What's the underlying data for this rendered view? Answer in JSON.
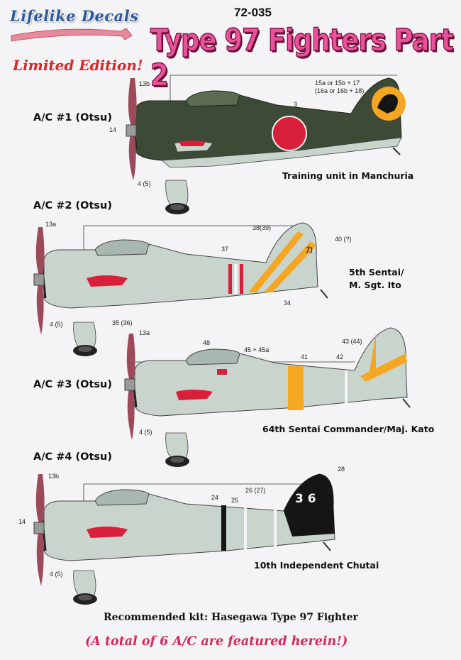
{
  "header": {
    "brand": "Lifelike Decals",
    "edition": "Limited Edition!",
    "product_code": "72-035",
    "title": "Type 97 Fighters Part 2"
  },
  "aircraft": [
    {
      "label": "A/C #1 (Otsu)",
      "caption": "Training unit in Manchuria",
      "callouts": [
        "13b",
        "14",
        "4 (5)",
        "3",
        "15a or 15b + 17",
        "(16a or 16b + 18)"
      ]
    },
    {
      "label": "A/C #2 (Otsu)",
      "caption_line1": "5th Sentai/",
      "caption_line2": "M. Sgt. Ito",
      "callouts": [
        "13a",
        "4 (5)",
        "35 (36)",
        "37",
        "38(39)",
        "40 (?)",
        "34"
      ],
      "tail_char": "カ"
    },
    {
      "label": "A/C #3 (Otsu)",
      "caption": "64th Sentai Commander/Maj. Kato",
      "callouts": [
        "13a",
        "4 (5)",
        "48",
        "45 + 45a",
        "41",
        "42",
        "43 (44)"
      ]
    },
    {
      "label": "A/C #4 (Otsu)",
      "caption": "10th Independent Chutai",
      "callouts": [
        "13b",
        "14",
        "4 (5)",
        "24",
        "25",
        "26 (27)",
        "28"
      ],
      "tail_number": "3 6"
    }
  ],
  "footer": {
    "kit": "Recommended kit: Hasegawa  Type 97 Fighter",
    "total": "(A total of 6 A/C are featured herein!)"
  },
  "colors": {
    "brand_blue": "#2d5a9e",
    "title_pink": "#e8529a",
    "limited_red": "#d62828",
    "olive_green": "#3d4a35",
    "grey_green": "#c8d4cc",
    "hinomaru_red": "#d8203a",
    "stripe_orange": "#f5a623",
    "black_tail": "#151515"
  }
}
